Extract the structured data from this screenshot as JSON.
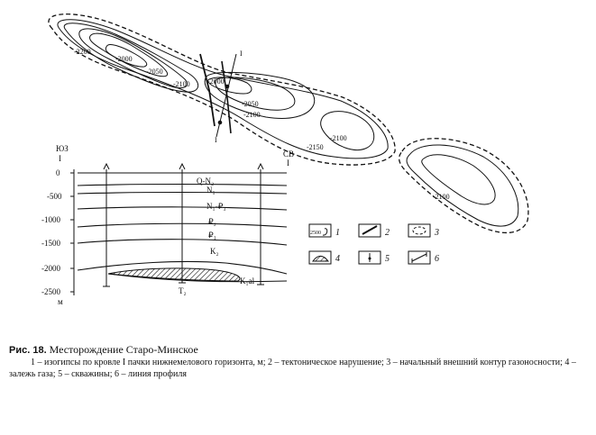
{
  "map": {
    "contours": [
      "-2200",
      "-2000",
      "-2050",
      "-2100",
      "-2000",
      "-2050",
      "-2100",
      "-2100",
      "-2150",
      "-2100"
    ],
    "profile_labels": [
      "I",
      "I"
    ]
  },
  "section": {
    "left_top": "ЮЗ",
    "left_mark": "I",
    "right_top": "СВ",
    "right_mark": "I",
    "depths": [
      "0",
      "-500",
      "-1000",
      "-1500",
      "-2000",
      "-2500"
    ],
    "unit": "м",
    "strata": [
      "Q-N₂",
      "N₁",
      "N₁-₽₃",
      "₽₂",
      "₽₁",
      "K₂",
      "T₂",
      "K₁al"
    ]
  },
  "legend": {
    "items": [
      {
        "num": "1",
        "sample": "2500"
      },
      {
        "num": "2"
      },
      {
        "num": "3"
      },
      {
        "num": "4"
      },
      {
        "num": "5"
      },
      {
        "num": "6"
      }
    ]
  },
  "caption": {
    "label": "Рис. 18.",
    "title": "Месторождение Старо-Минское",
    "text": "1 – изогипсы по кровле I пачки нижнемелового горизонта, м; 2 – тектоническое нарушение; 3 – начальный внешний контур газоносности; 4 – залежь газа; 5 – скважины; 6 – линия профиля"
  }
}
